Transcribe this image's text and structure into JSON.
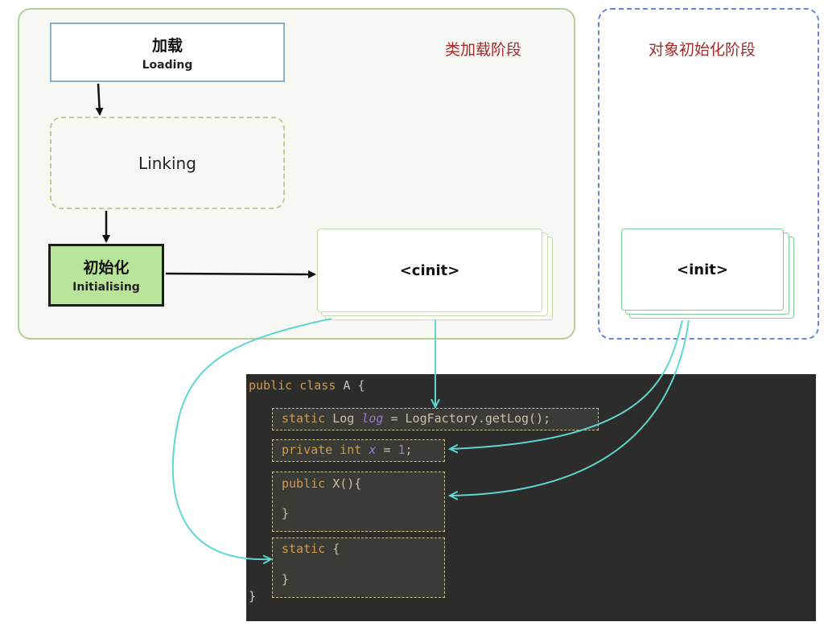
{
  "class_phase": {
    "title": "类加载阶段",
    "loading": {
      "cn": "加载",
      "en": "Loading"
    },
    "linking": {
      "label": "Linking"
    },
    "initialising": {
      "cn": "初始化",
      "en": "Initialising"
    },
    "cinit": {
      "label": "<cinit>"
    }
  },
  "object_phase": {
    "title": "对象初始化阶段",
    "init": {
      "label": "<init>"
    }
  },
  "code": {
    "header": {
      "kw1": "public",
      "kw2": "class",
      "name": "A",
      "brace": "{"
    },
    "line1": {
      "kw": "static",
      "type": "Log",
      "field": "log",
      "rest": "= LogFactory.getLog();"
    },
    "line2": {
      "kw1": "private",
      "kw2": "int",
      "field": "x",
      "eq": "=",
      "num": "1",
      "semi": ";"
    },
    "line3": {
      "kw": "public",
      "name": "X(){",
      "close": "}"
    },
    "line4": {
      "kw": "static",
      "brace": "{",
      "close": "}"
    },
    "footer": "}"
  },
  "colors": {
    "class_panel_border": "#b6cf98",
    "object_panel_border": "#6c85d9",
    "phase_title": "#a32b2b",
    "initialising_fill": "#b8e59a",
    "connector": "#5fd6d0",
    "code_bg": "#2c2c2b"
  }
}
